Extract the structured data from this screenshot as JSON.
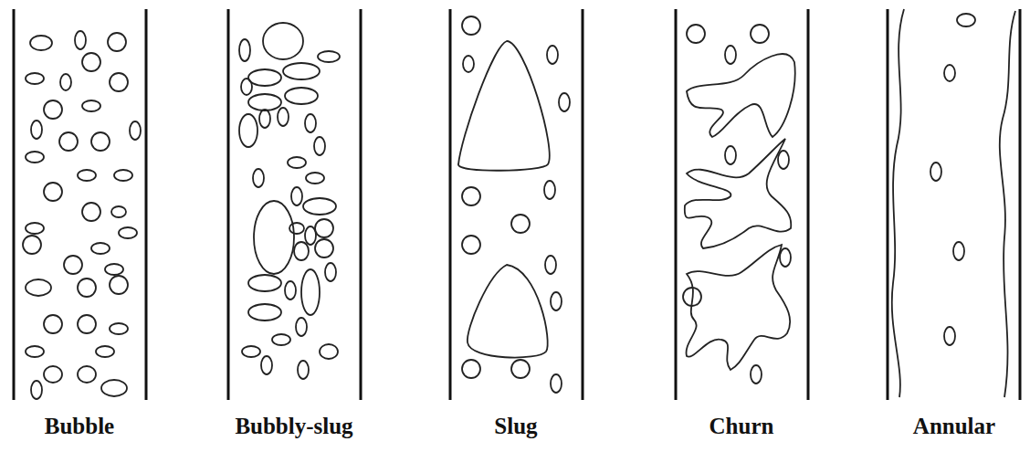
{
  "diagram": {
    "labels": [
      "Bubble",
      "Bubbly-slug",
      "Slug",
      "Churn",
      "Annular"
    ]
  }
}
